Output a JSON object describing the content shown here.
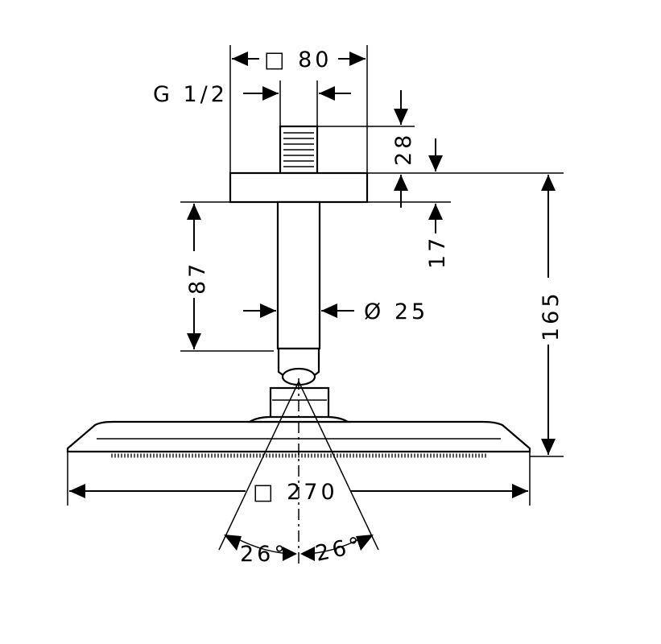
{
  "drawing": {
    "dimensions": {
      "ceiling_plate": "□ 80",
      "thread": "G 1/2",
      "thread_length": "28",
      "plate_height": "17",
      "arm_length": "87",
      "arm_diameter": "Ø 25",
      "total_height": "165",
      "head_size": "□ 270",
      "angle_left": "26°",
      "angle_right": "26°"
    }
  }
}
